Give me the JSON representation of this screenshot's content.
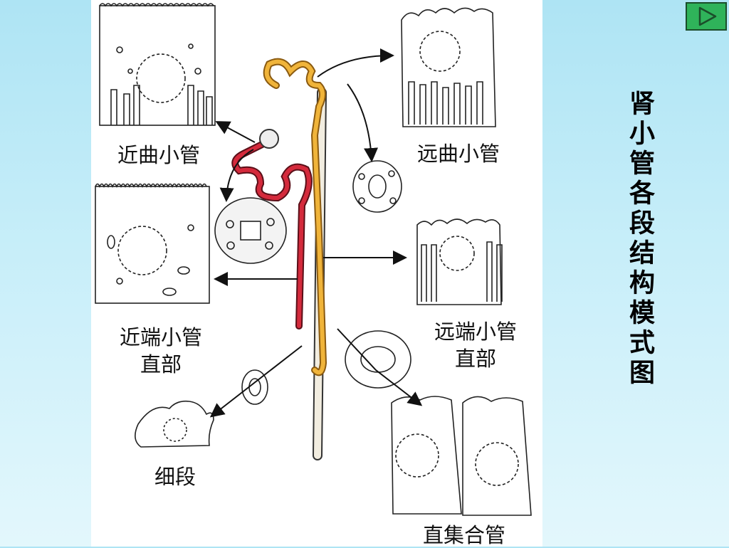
{
  "title": "肾小管各段结构模式图",
  "labels": {
    "proximal_convoluted": "近曲小管",
    "distal_convoluted": "远曲小管",
    "proximal_straight_line1": "近端小管",
    "proximal_straight_line2": "直部",
    "distal_straight_line1": "远端小管",
    "distal_straight_line2": "直部",
    "thin_segment": "细段",
    "collecting_duct": "直集合管"
  },
  "icons": {
    "next": "play-triangle-icon"
  },
  "colors": {
    "proximal_tubule": "#d42a3c",
    "distal_tubule": "#f0b43a",
    "collecting_duct": "#f2ede0"
  }
}
